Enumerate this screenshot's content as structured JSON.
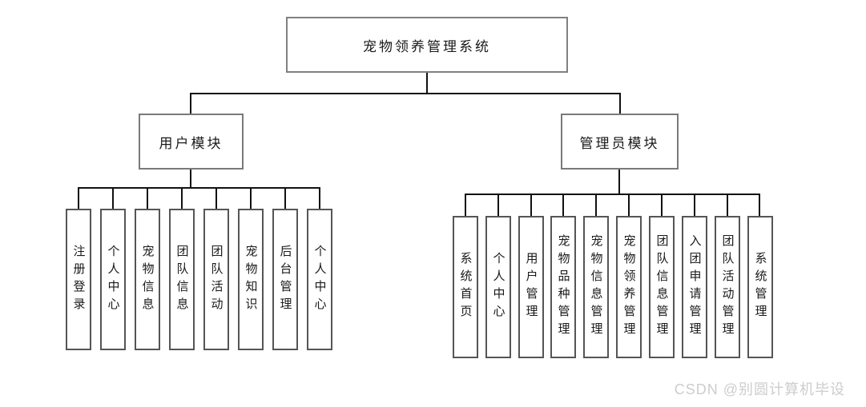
{
  "diagram": {
    "root": {
      "label": "宠物领养管理系统"
    },
    "modules": [
      {
        "label": "用户模块",
        "children": [
          "注册登录",
          "个人中心",
          "宠物信息",
          "团队信息",
          "团队活动",
          "宠物知识",
          "后台管理",
          "个人中心"
        ]
      },
      {
        "label": "管理员模块",
        "children": [
          "系统首页",
          "个人中心",
          "用户管理",
          "宠物品种管理",
          "宠物信息管理",
          "宠物领养管理",
          "团队信息管理",
          "入团申请管理",
          "团队活动管理",
          "系统管理"
        ]
      }
    ]
  },
  "watermark": {
    "text": "CSDN @别圆计算机毕设"
  },
  "colors": {
    "background": "#ffffff",
    "connector": "#111111",
    "box_border": "#7a7a7a",
    "leaf_border": "#555555",
    "text": "#1a1a1a",
    "watermark": "#cdcdcd"
  }
}
